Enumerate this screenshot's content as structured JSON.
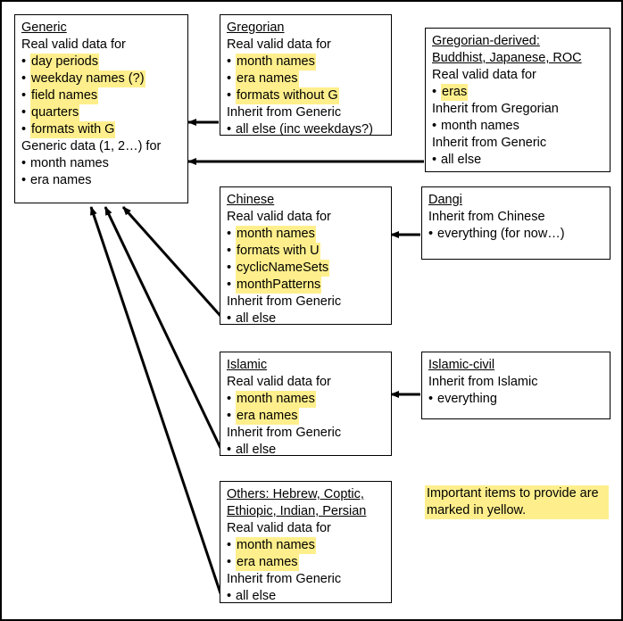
{
  "diagram": {
    "title": "CLDR calendar data inheritance diagram",
    "note": "Important items to provide are marked in yellow.",
    "boxes": {
      "generic": {
        "title": "Generic",
        "lines": [
          {
            "text": "Real valid data for",
            "type": "plain",
            "highlight": false
          },
          {
            "text": "day periods",
            "type": "bullet",
            "highlight": true
          },
          {
            "text": "weekday names (?)",
            "type": "bullet",
            "highlight": true
          },
          {
            "text": "field names",
            "type": "bullet",
            "highlight": true
          },
          {
            "text": "quarters",
            "type": "bullet",
            "highlight": true
          },
          {
            "text": "formats with G",
            "type": "bullet",
            "highlight": true
          },
          {
            "text": "Generic data (1, 2…) for",
            "type": "plain",
            "highlight": false
          },
          {
            "text": "month names",
            "type": "bullet",
            "highlight": false
          },
          {
            "text": "era names",
            "type": "bullet",
            "highlight": false
          }
        ]
      },
      "gregorian": {
        "title": "Gregorian",
        "lines": [
          {
            "text": "Real valid data for",
            "type": "plain",
            "highlight": false
          },
          {
            "text": "month names",
            "type": "bullet",
            "highlight": true
          },
          {
            "text": "era names",
            "type": "bullet",
            "highlight": true
          },
          {
            "text": "formats without G",
            "type": "bullet",
            "highlight": true
          },
          {
            "text": "Inherit from Generic",
            "type": "plain",
            "highlight": false
          },
          {
            "text": "all else (inc weekdays?)",
            "type": "bullet",
            "highlight": false
          }
        ]
      },
      "gregorian_derived": {
        "title": "Gregorian-derived:",
        "title2": "Buddhist, Japanese, ROC",
        "lines": [
          {
            "text": "Real valid data for",
            "type": "plain",
            "highlight": false
          },
          {
            "text": "eras",
            "type": "bullet",
            "highlight": true
          },
          {
            "text": "Inherit from Gregorian",
            "type": "plain",
            "highlight": false
          },
          {
            "text": "month names",
            "type": "bullet",
            "highlight": false
          },
          {
            "text": "Inherit from Generic",
            "type": "plain",
            "highlight": false
          },
          {
            "text": "all else",
            "type": "bullet",
            "highlight": false
          }
        ]
      },
      "chinese": {
        "title": "Chinese",
        "lines": [
          {
            "text": "Real valid data for",
            "type": "plain",
            "highlight": false
          },
          {
            "text": "month names",
            "type": "bullet",
            "highlight": true
          },
          {
            "text": "formats with U",
            "type": "bullet",
            "highlight": true
          },
          {
            "text": "cyclicNameSets",
            "type": "bullet",
            "highlight": true
          },
          {
            "text": "monthPatterns",
            "type": "bullet",
            "highlight": true
          },
          {
            "text": "Inherit from Generic",
            "type": "plain",
            "highlight": false
          },
          {
            "text": "all else",
            "type": "bullet",
            "highlight": false
          }
        ]
      },
      "dangi": {
        "title": "Dangi",
        "lines": [
          {
            "text": "Inherit from Chinese",
            "type": "plain",
            "highlight": false
          },
          {
            "text": "everything (for now…)",
            "type": "bullet",
            "highlight": false
          }
        ]
      },
      "islamic": {
        "title": "Islamic",
        "lines": [
          {
            "text": "Real valid data for",
            "type": "plain",
            "highlight": false
          },
          {
            "text": "month names",
            "type": "bullet",
            "highlight": true
          },
          {
            "text": "era names",
            "type": "bullet",
            "highlight": true
          },
          {
            "text": "Inherit from Generic",
            "type": "plain",
            "highlight": false
          },
          {
            "text": "all else",
            "type": "bullet",
            "highlight": false
          }
        ]
      },
      "islamic_civil": {
        "title": "Islamic-civil",
        "lines": [
          {
            "text": "Inherit from Islamic",
            "type": "plain",
            "highlight": false
          },
          {
            "text": "everything",
            "type": "bullet",
            "highlight": false
          }
        ]
      },
      "others": {
        "title": "Others: Hebrew, Coptic,",
        "title2": "Ethiopic, Indian, Persian",
        "lines": [
          {
            "text": "Real valid data for",
            "type": "plain",
            "highlight": false
          },
          {
            "text": "month names",
            "type": "bullet",
            "highlight": true
          },
          {
            "text": "era names",
            "type": "bullet",
            "highlight": true
          },
          {
            "text": "Inherit from Generic",
            "type": "plain",
            "highlight": false
          },
          {
            "text": "all else",
            "type": "bullet",
            "highlight": false
          }
        ]
      }
    },
    "colors": {
      "highlight": "#ffef8c",
      "line": "#000000",
      "background": "#ffffff"
    }
  }
}
